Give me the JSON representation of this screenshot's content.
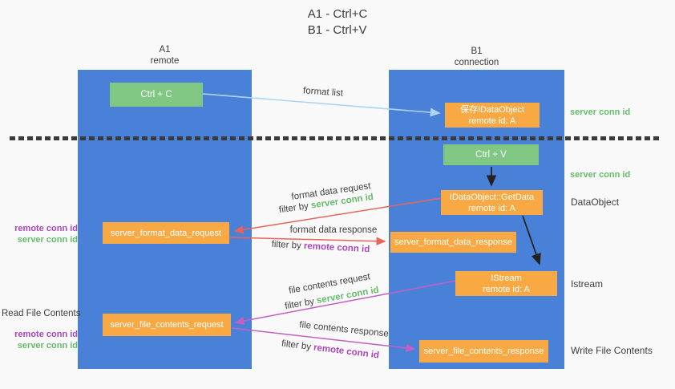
{
  "title": {
    "line1": "A1 - Ctrl+C",
    "line2": "B1 - Ctrl+V"
  },
  "lanes": {
    "a1": {
      "title": "A1",
      "subtitle": "remote"
    },
    "b1": {
      "title": "B1",
      "subtitle": "connection"
    }
  },
  "boxes": {
    "ctrl_c": "Ctrl + C",
    "ctrl_v": "Ctrl + V",
    "save_idataobject": {
      "line1": "保存IDataObject",
      "line2": "remote id: A"
    },
    "getdata": {
      "line1": "IDataObject::GetData",
      "line2": "remote id: A"
    },
    "istream": {
      "line1": "IStream",
      "line2": "remote id: A"
    },
    "format_request": "server_format_data_request",
    "format_response": "server_format_data_response",
    "file_request": "server_file_contents_request",
    "file_response": "server_file_contents_response"
  },
  "flow_labels": {
    "format_list": "format list",
    "format_data_request": "format data request",
    "format_data_response": "format data response",
    "file_contents_request": "file contents request",
    "file_contents_response": "file contents response",
    "filter_prefix": "filter by ",
    "server_conn_id": "server conn id",
    "remote_conn_id": "remote conn id"
  },
  "side_labels": {
    "right_save_conn": "server conn id",
    "right_ctrlv_conn": "server conn id",
    "right_dataobject": "DataObject",
    "right_istream": "Istream",
    "right_write_file": "Write File Contents",
    "left_format_remote": "remote conn id",
    "left_format_server": "server conn id",
    "left_read_file": "Read File Contents",
    "left_file_remote": "remote conn id",
    "left_file_server": "server conn id"
  },
  "colors": {
    "lane_blue": "#4a81d8",
    "box_green": "#81c784",
    "box_orange": "#f8a944",
    "label_green": "#66bb6a",
    "label_purple": "#ab47bc",
    "arrow_light_blue": "#aed4f2",
    "arrow_red": "#e8645c",
    "arrow_magenta": "#c45fc4",
    "arrow_black": "#222222",
    "divider_dark": "#3a3a3a"
  }
}
